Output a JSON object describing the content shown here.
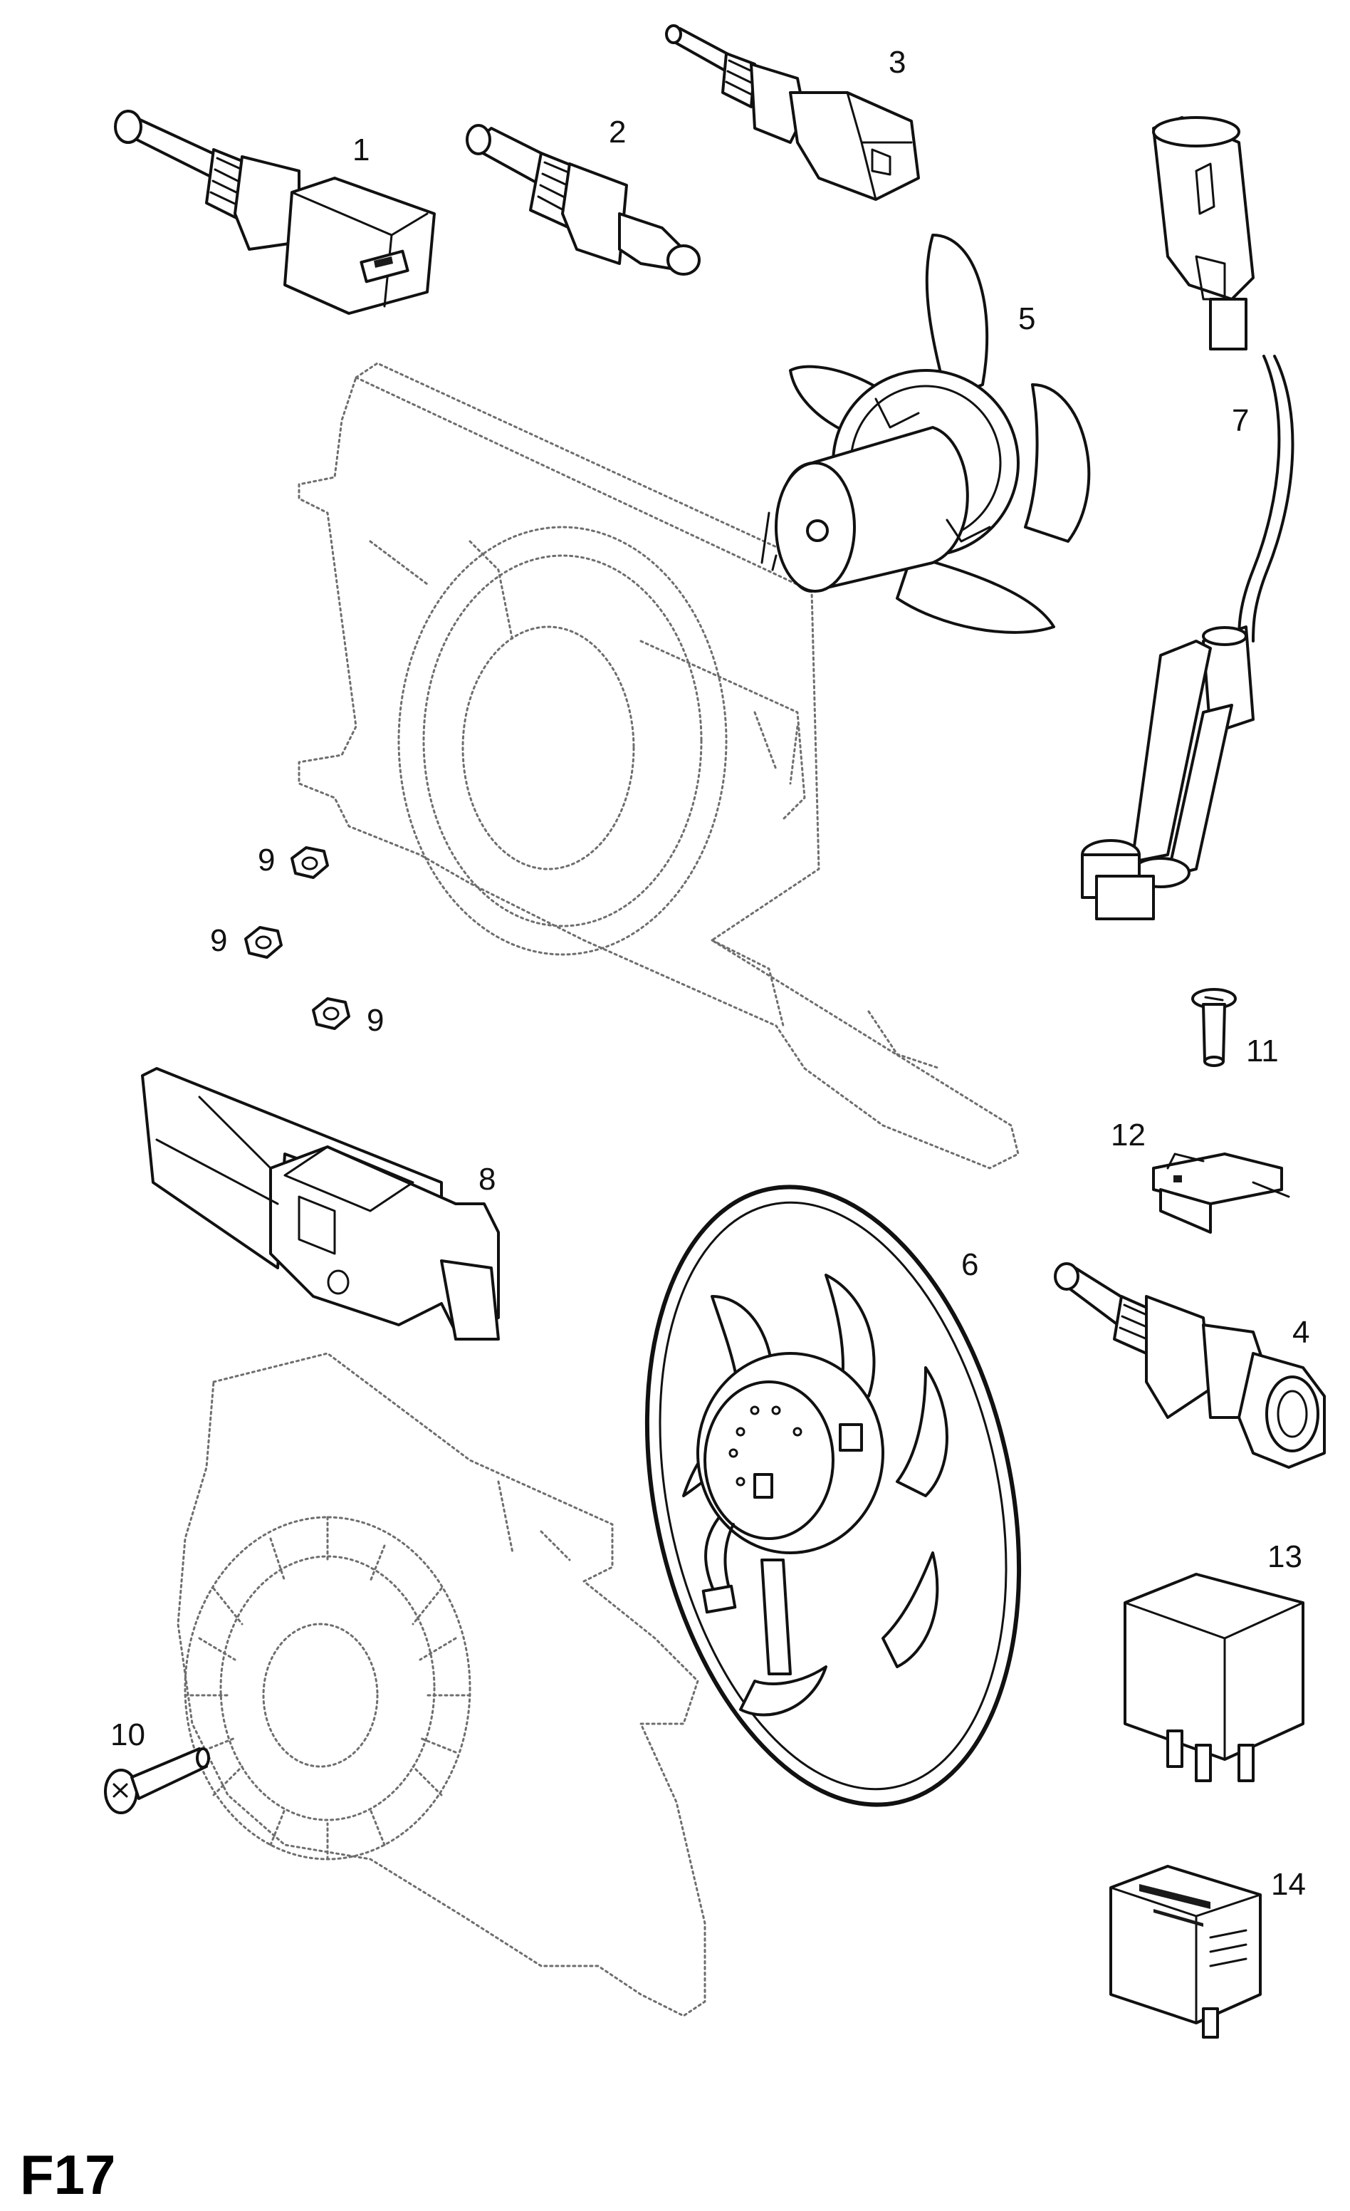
{
  "diagram": {
    "page_code": "F17",
    "parts": [
      {
        "id": "part-1",
        "callout": "1",
        "name": "coolant-temp-sensor-two-pin-icon"
      },
      {
        "id": "part-2",
        "callout": "2",
        "name": "temp-switch-single-pin-icon"
      },
      {
        "id": "part-3",
        "callout": "3",
        "name": "temp-sensor-plug-icon"
      },
      {
        "id": "part-4",
        "callout": "4",
        "name": "temp-sensor-oval-plug-icon"
      },
      {
        "id": "part-5",
        "callout": "5",
        "name": "fan-motor-small-icon"
      },
      {
        "id": "part-6",
        "callout": "6",
        "name": "fan-motor-large-icon"
      },
      {
        "id": "part-7",
        "callout": "7",
        "name": "wiring-harness-resistor-icon"
      },
      {
        "id": "part-8",
        "callout": "8",
        "name": "mounting-bracket-icon"
      },
      {
        "id": "part-9a",
        "callout": "9",
        "name": "nut-icon"
      },
      {
        "id": "part-9b",
        "callout": "9",
        "name": "nut-icon"
      },
      {
        "id": "part-9c",
        "callout": "9",
        "name": "nut-icon"
      },
      {
        "id": "part-10",
        "callout": "10",
        "name": "flange-bolt-icon"
      },
      {
        "id": "part-11",
        "callout": "11",
        "name": "screw-icon"
      },
      {
        "id": "part-12",
        "callout": "12",
        "name": "spring-clip-icon"
      },
      {
        "id": "part-13",
        "callout": "13",
        "name": "relay-icon"
      },
      {
        "id": "part-14",
        "callout": "14",
        "name": "relay-labeled-icon"
      }
    ]
  }
}
